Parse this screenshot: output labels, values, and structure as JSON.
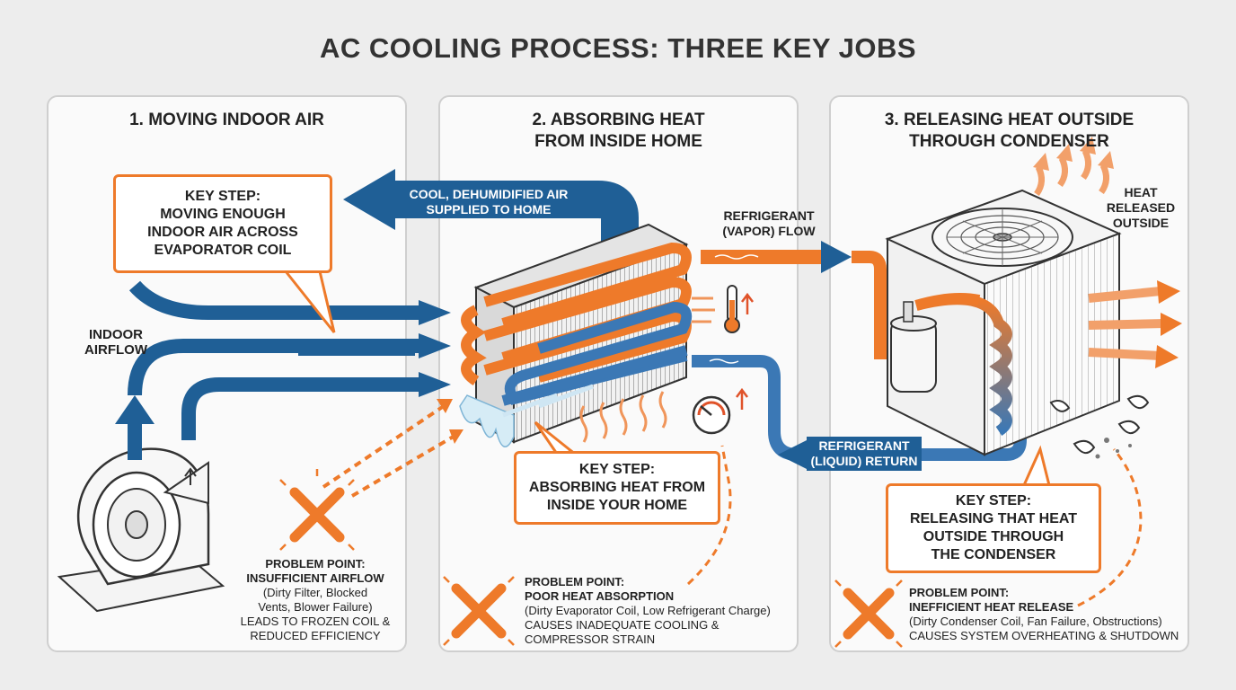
{
  "title": "AC COOLING PROCESS: THREE KEY JOBS",
  "colors": {
    "blue": "#1f5f96",
    "orange": "#ee7a2a",
    "panel_border": "#cfcfcf",
    "background": "#ededed"
  },
  "panels": [
    {
      "title_lines": [
        "1. MOVING INDOOR AIR"
      ],
      "key_step_lines": [
        "KEY STEP:",
        "MOVING ENOUGH",
        "INDOOR AIR ACROSS",
        "EVAPORATOR COIL"
      ],
      "labels": {
        "indoor_airflow": [
          "INDOOR",
          "AIRFLOW"
        ]
      },
      "problem_lines": [
        "PROBLEM POINT:",
        "INSUFFICIENT AIRFLOW",
        "(Dirty Filter, Blocked",
        "Vents, Blower Failure)",
        "LEADS TO FROZEN COIL &",
        "REDUCED EFFICIENCY"
      ],
      "icons": [
        "blower-fan-icon",
        "problem-x-icon"
      ]
    },
    {
      "title_lines": [
        "2. ABSORBING HEAT",
        "FROM INSIDE HOME"
      ],
      "key_step_lines": [
        "KEY STEP:",
        "ABSORBING HEAT FROM",
        "INSIDE YOUR HOME"
      ],
      "labels": {
        "cool_air": [
          "COOL, DEHUMIDIFIED AIR",
          "SUPPLIED TO HOME"
        ],
        "vapor_flow": [
          "REFRIGERANT",
          "(VAPOR) FLOW"
        ],
        "liquid_return": [
          "REFRIGERANT",
          "(LIQUID) RETURN"
        ]
      },
      "problem_lines": [
        "PROBLEM POINT:",
        "POOR HEAT ABSORPTION",
        "(Dirty Evaporator Coil, Low Refrigerant Charge)",
        "CAUSES INADEQUATE COOLING &",
        "COMPRESSOR STRAIN"
      ],
      "icons": [
        "evaporator-coil-icon",
        "thermometer-icon",
        "pressure-gauge-icon",
        "problem-x-icon"
      ]
    },
    {
      "title_lines": [
        "3. RELEASING HEAT OUTSIDE",
        "THROUGH CONDENSER"
      ],
      "key_step_lines": [
        "KEY STEP:",
        "RELEASING THAT HEAT",
        "OUTSIDE THROUGH",
        "THE CONDENSER"
      ],
      "labels": {
        "heat_released": [
          "HEAT",
          "RELEASED",
          "OUTSIDE"
        ]
      },
      "problem_lines": [
        "PROBLEM POINT:",
        "INEFFICIENT HEAT RELEASE",
        "(Dirty Condenser Coil, Fan Failure, Obstructions)",
        "CAUSES SYSTEM OVERHEATING & SHUTDOWN"
      ],
      "icons": [
        "condenser-unit-icon",
        "compressor-icon",
        "leaf-debris-icon",
        "problem-x-icon"
      ]
    }
  ]
}
